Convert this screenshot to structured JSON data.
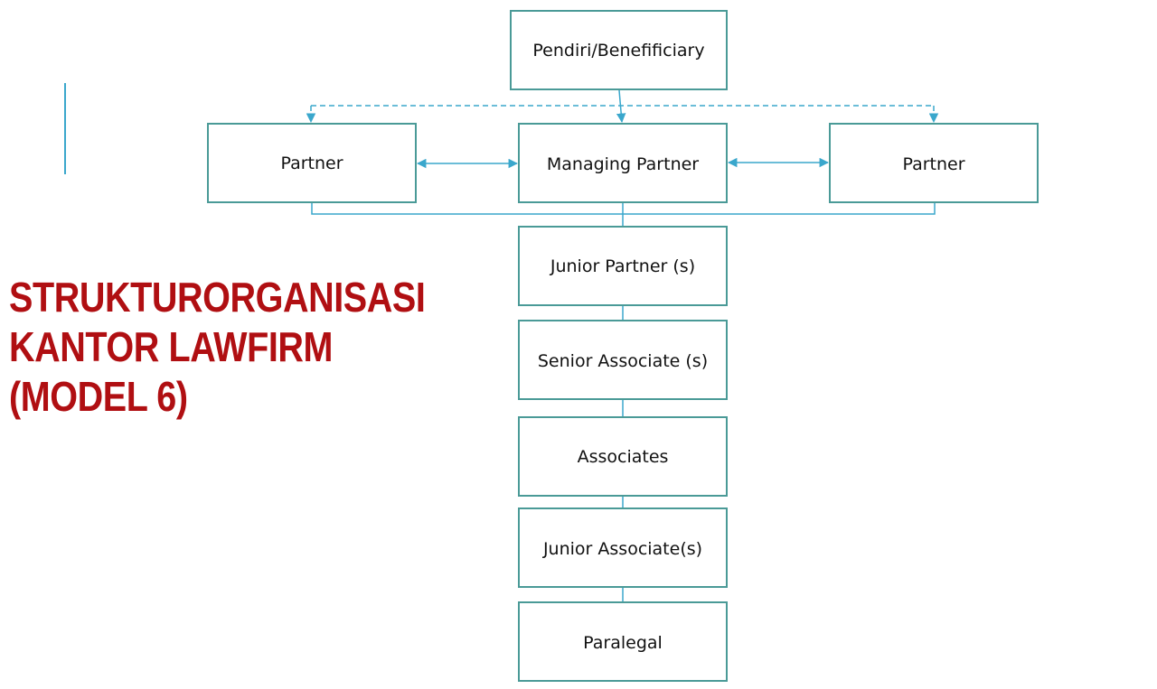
{
  "title": {
    "lines": [
      "STRUKTURORGANISASI",
      "KANTOR LAWFIRM",
      "(MODEL 6)"
    ]
  },
  "nodes": {
    "pendiri": "Pendiri/Benefificiary",
    "partner_left": "Partner",
    "managing_partner": "Managing Partner",
    "partner_right": "Partner",
    "junior_partner": "Junior Partner (s)",
    "senior_associate": "Senior Associate (s)",
    "associates": "Associates",
    "junior_associate": "Junior Associate(s)",
    "paralegal": "Paralegal"
  },
  "colors": {
    "title": "#b00f12",
    "box_border": "#4a9a97",
    "connector": "#3aa7cc",
    "accent_bar": "#3aa7cc",
    "text": "#111111"
  }
}
